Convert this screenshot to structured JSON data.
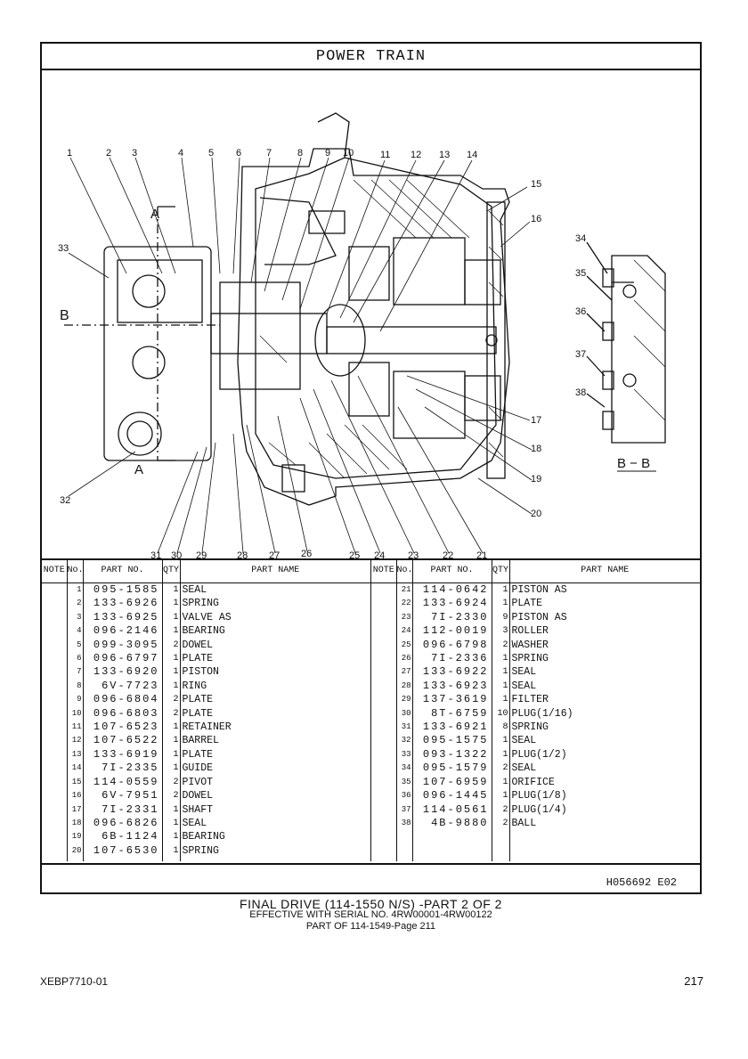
{
  "section_title": "POWER TRAIN",
  "callouts": [
    {
      "id": "c1",
      "t": "1"
    },
    {
      "id": "c2",
      "t": "2"
    },
    {
      "id": "c3",
      "t": "3"
    },
    {
      "id": "c4",
      "t": "4"
    },
    {
      "id": "c5",
      "t": "5"
    },
    {
      "id": "c6",
      "t": "6"
    },
    {
      "id": "c7",
      "t": "7"
    },
    {
      "id": "c8",
      "t": "8"
    },
    {
      "id": "c9",
      "t": "9"
    },
    {
      "id": "c10",
      "t": "10"
    },
    {
      "id": "c11",
      "t": "11"
    },
    {
      "id": "c12",
      "t": "12"
    },
    {
      "id": "c13",
      "t": "13"
    },
    {
      "id": "c14",
      "t": "14"
    },
    {
      "id": "c15",
      "t": "15"
    },
    {
      "id": "c16",
      "t": "16"
    },
    {
      "id": "c17",
      "t": "17"
    },
    {
      "id": "c18",
      "t": "18"
    },
    {
      "id": "c19",
      "t": "19"
    },
    {
      "id": "c20",
      "t": "20"
    },
    {
      "id": "c21",
      "t": "21"
    },
    {
      "id": "c22",
      "t": "22"
    },
    {
      "id": "c23",
      "t": "23"
    },
    {
      "id": "c24",
      "t": "24"
    },
    {
      "id": "c25",
      "t": "25"
    },
    {
      "id": "c26",
      "t": "26"
    },
    {
      "id": "c27",
      "t": "27"
    },
    {
      "id": "c28",
      "t": "28"
    },
    {
      "id": "c29",
      "t": "29"
    },
    {
      "id": "c30",
      "t": "30"
    },
    {
      "id": "c31",
      "t": "31"
    },
    {
      "id": "c32",
      "t": "32"
    },
    {
      "id": "c33",
      "t": "33"
    },
    {
      "id": "c34",
      "t": "34"
    },
    {
      "id": "c35",
      "t": "35"
    },
    {
      "id": "c36",
      "t": "36"
    },
    {
      "id": "c37",
      "t": "37"
    },
    {
      "id": "c38",
      "t": "38"
    }
  ],
  "section_marks": {
    "a_top": "A",
    "a_bottom": "A",
    "b_left": "B",
    "bb_label": "B − B"
  },
  "table_headers": {
    "note": "NOTE",
    "no": "No.",
    "part_no": "PART NO.",
    "qty": "QTY",
    "part_name": "PART NAME"
  },
  "parts_left": [
    {
      "no": "1",
      "pn": "095-1585",
      "qty": "1",
      "name": "SEAL"
    },
    {
      "no": "2",
      "pn": "133-6926",
      "qty": "1",
      "name": "SPRING"
    },
    {
      "no": "3",
      "pn": "133-6925",
      "qty": "1",
      "name": "VALVE AS"
    },
    {
      "no": "4",
      "pn": "096-2146",
      "qty": "1",
      "name": "BEARING"
    },
    {
      "no": "5",
      "pn": "099-3095",
      "qty": "2",
      "name": "DOWEL"
    },
    {
      "no": "6",
      "pn": "096-6797",
      "qty": "1",
      "name": "PLATE"
    },
    {
      "no": "7",
      "pn": "133-6920",
      "qty": "1",
      "name": "PISTON"
    },
    {
      "no": "8",
      "pn": "6V-7723",
      "qty": "1",
      "name": "RING"
    },
    {
      "no": "9",
      "pn": "096-6804",
      "qty": "2",
      "name": "PLATE"
    },
    {
      "no": "10",
      "pn": "096-6803",
      "qty": "2",
      "name": "PLATE"
    },
    {
      "no": "11",
      "pn": "107-6523",
      "qty": "1",
      "name": "RETAINER"
    },
    {
      "no": "12",
      "pn": "107-6522",
      "qty": "1",
      "name": "BARREL"
    },
    {
      "no": "13",
      "pn": "133-6919",
      "qty": "1",
      "name": "PLATE"
    },
    {
      "no": "14",
      "pn": "7I-2335",
      "qty": "1",
      "name": "GUIDE"
    },
    {
      "no": "15",
      "pn": "114-0559",
      "qty": "2",
      "name": "PIVOT"
    },
    {
      "no": "16",
      "pn": "6V-7951",
      "qty": "2",
      "name": "DOWEL"
    },
    {
      "no": "17",
      "pn": "7I-2331",
      "qty": "1",
      "name": "SHAFT"
    },
    {
      "no": "18",
      "pn": "096-6826",
      "qty": "1",
      "name": "SEAL"
    },
    {
      "no": "19",
      "pn": "6B-1124",
      "qty": "1",
      "name": "BEARING"
    },
    {
      "no": "20",
      "pn": "107-6530",
      "qty": "1",
      "name": "SPRING"
    }
  ],
  "parts_right": [
    {
      "no": "21",
      "pn": "114-0642",
      "qty": "1",
      "name": "PISTON AS"
    },
    {
      "no": "22",
      "pn": "133-6924",
      "qty": "1",
      "name": "PLATE"
    },
    {
      "no": "23",
      "pn": "7I-2330",
      "qty": "9",
      "name": "PISTON AS"
    },
    {
      "no": "24",
      "pn": "112-0019",
      "qty": "3",
      "name": "ROLLER"
    },
    {
      "no": "25",
      "pn": "096-6798",
      "qty": "2",
      "name": "WASHER"
    },
    {
      "no": "26",
      "pn": "7I-2336",
      "qty": "1",
      "name": "SPRING"
    },
    {
      "no": "27",
      "pn": "133-6922",
      "qty": "1",
      "name": "SEAL"
    },
    {
      "no": "28",
      "pn": "133-6923",
      "qty": "1",
      "name": "SEAL"
    },
    {
      "no": "29",
      "pn": "137-3619",
      "qty": "1",
      "name": "FILTER"
    },
    {
      "no": "30",
      "pn": "8T-6759",
      "qty": "10",
      "name": "PLUG(1/16)"
    },
    {
      "no": "31",
      "pn": "133-6921",
      "qty": "8",
      "name": "SPRING"
    },
    {
      "no": "32",
      "pn": "095-1575",
      "qty": "1",
      "name": "SEAL"
    },
    {
      "no": "33",
      "pn": "093-1322",
      "qty": "1",
      "name": "PLUG(1/2)"
    },
    {
      "no": "34",
      "pn": "095-1579",
      "qty": "2",
      "name": "SEAL"
    },
    {
      "no": "35",
      "pn": "107-6959",
      "qty": "1",
      "name": "ORIFICE"
    },
    {
      "no": "36",
      "pn": "096-1445",
      "qty": "1",
      "name": "PLUG(1/8)"
    },
    {
      "no": "37",
      "pn": "114-0561",
      "qty": "2",
      "name": "PLUG(1/4)"
    },
    {
      "no": "38",
      "pn": "4B-9880",
      "qty": "2",
      "name": "BALL"
    }
  ],
  "drawing_code": "H056692  E02",
  "caption": {
    "line1": "FINAL DRIVE (114-1550 N/S) -PART 2 OF 2",
    "line2": "EFFECTIVE WITH SERIAL NO. 4RW00001-4RW00122",
    "line3": "PART OF 114-1549-Page 211"
  },
  "footer": {
    "doc_id": "XEBP7710-01",
    "page_number": "217"
  }
}
